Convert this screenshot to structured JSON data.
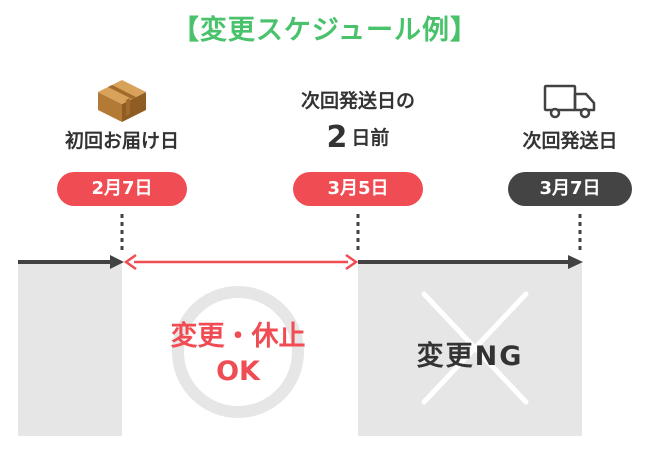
{
  "title": "【変更スケジュール例】",
  "milestones": {
    "first_delivery": {
      "caption": "初回お届け日",
      "date": "2月7日"
    },
    "deadline": {
      "caption_top": "次回発送日の",
      "caption_num": "2",
      "caption_rest": "日前",
      "date": "3月5日"
    },
    "next_shipment": {
      "caption": "次回発送日",
      "date": "3月7日"
    }
  },
  "zones": {
    "allowed_line1": "変更・休止",
    "allowed_line2": "OK",
    "denied": "変更NG"
  },
  "colors": {
    "accent_green": "#49c26b",
    "accent_red": "#f04c53",
    "dark_pill": "#444444",
    "gray_panel": "#e6e6e6",
    "timeline": "#424242"
  },
  "icons": [
    "cardboard-box-icon",
    "delivery-truck-icon",
    "circle-ok-mark",
    "cross-ng-mark"
  ]
}
